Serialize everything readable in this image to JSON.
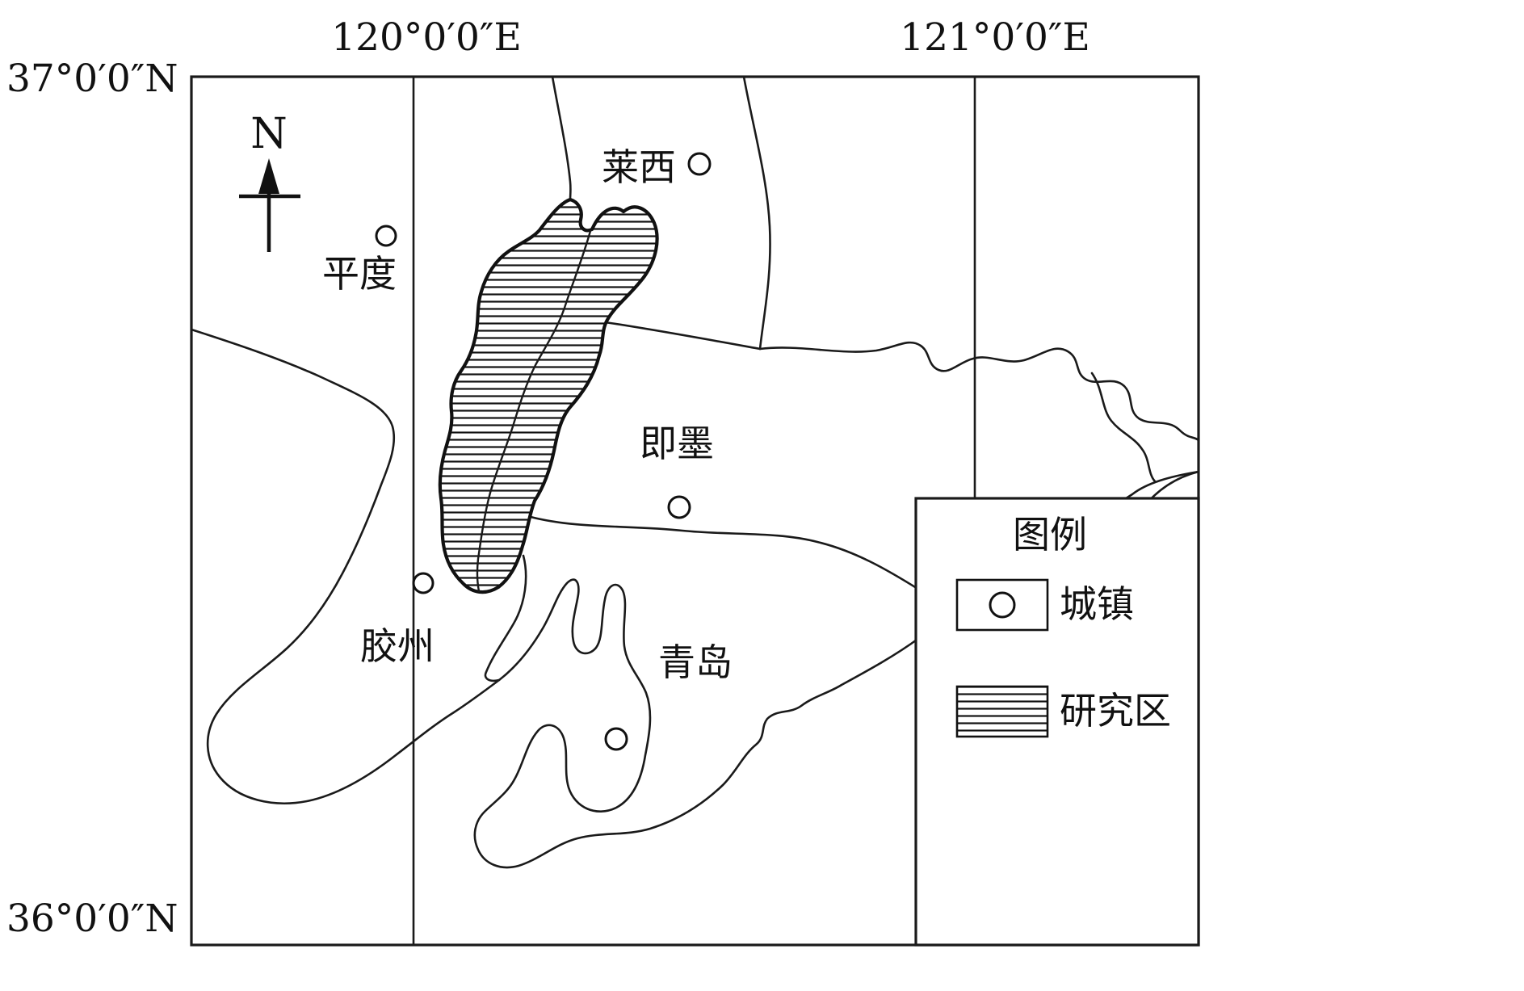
{
  "graticule": {
    "lat_top": "37°0′0″N",
    "lat_bottom": "36°0′0″N",
    "lon_left": "120°0′0″E",
    "lon_right": "121°0′0″E"
  },
  "north_arrow": {
    "label": "N"
  },
  "cities": [
    {
      "name": "莱西"
    },
    {
      "name": "平度"
    },
    {
      "name": "即墨"
    },
    {
      "name": "胶州"
    },
    {
      "name": "青岛"
    }
  ],
  "legend": {
    "title": "图例",
    "items": [
      {
        "label": "城镇",
        "symbol": "circle-town-marker"
      },
      {
        "label": "研究区",
        "symbol": "horizontal-hatch-area"
      }
    ]
  },
  "colors": {
    "line": "#1a1a1a",
    "background": "#ffffff"
  }
}
